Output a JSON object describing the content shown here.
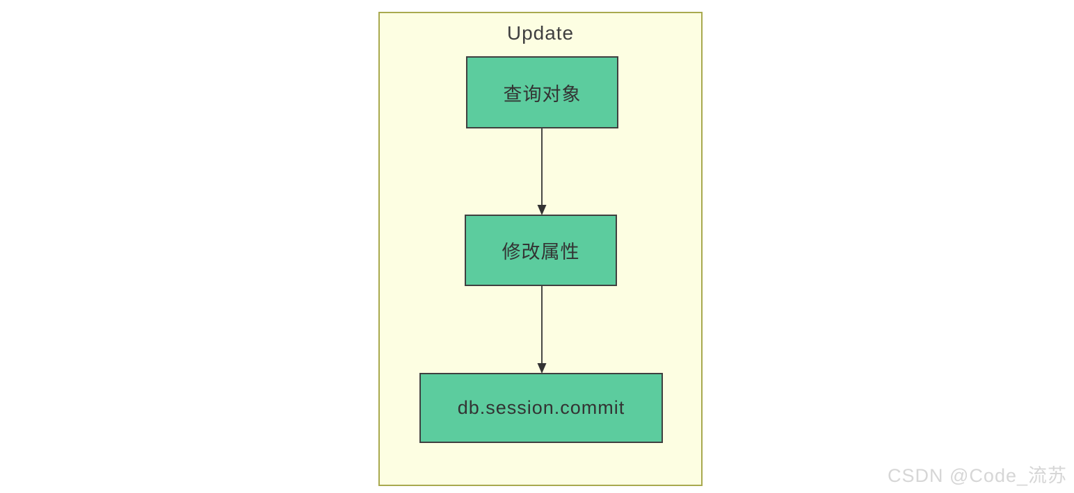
{
  "diagram": {
    "title": "Update",
    "nodes": [
      {
        "id": "query",
        "label": "查询对象"
      },
      {
        "id": "modify",
        "label": "修改属性"
      },
      {
        "id": "commit",
        "label": "db.session.commit"
      }
    ],
    "edges": [
      {
        "from": "query",
        "to": "modify",
        "direction": "down"
      },
      {
        "from": "modify",
        "to": "commit",
        "direction": "down"
      }
    ],
    "colors": {
      "frame_background": "#FDFEE2",
      "frame_border": "#A8A94E",
      "node_fill": "#5CCC9E",
      "node_border": "#3F3F3F",
      "node_text": "#333333",
      "title_text": "#3F3F3F",
      "arrow": "#333333"
    }
  },
  "watermark": {
    "text": "CSDN @Code_流苏",
    "color": "#D6D6D6"
  }
}
